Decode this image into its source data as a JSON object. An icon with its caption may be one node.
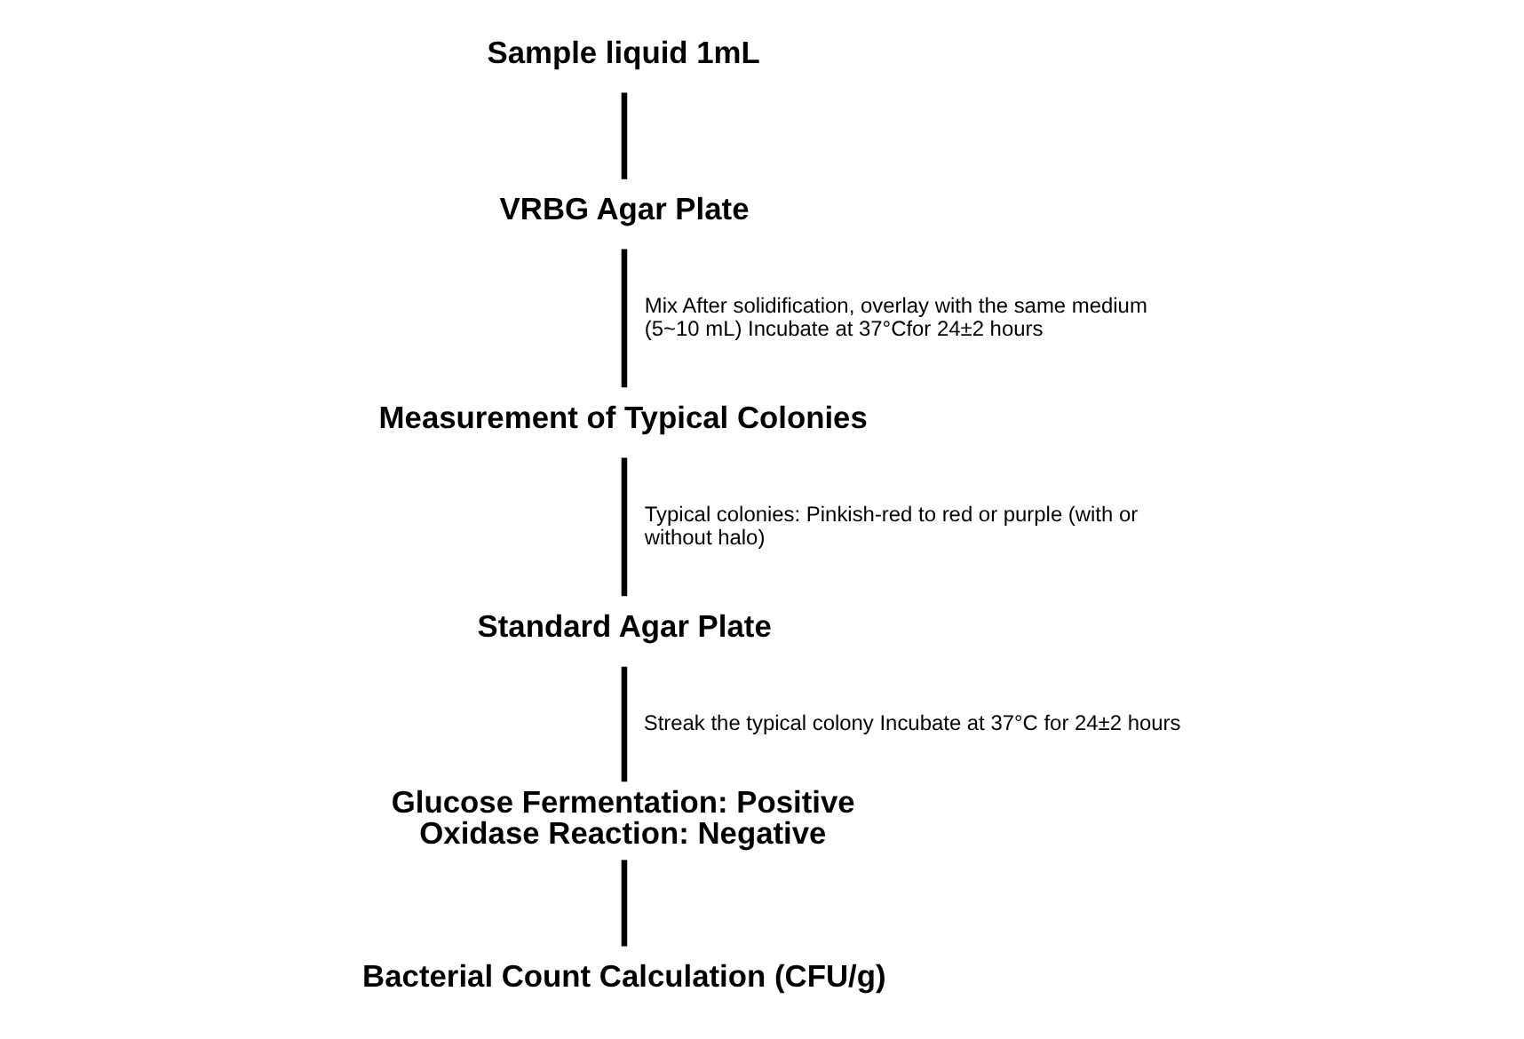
{
  "diagram": {
    "nodes": [
      {
        "text": [
          "Sample liquid 1mL"
        ]
      },
      {
        "text": [
          "VRBG Agar Plate"
        ]
      },
      {
        "text": [
          "Measurement of Typical Colonies"
        ]
      },
      {
        "text": [
          "Standard Agar Plate"
        ]
      },
      {
        "text": [
          "Glucose Fermentation: Positive",
          "Oxidase Reaction: Negative"
        ]
      },
      {
        "text": [
          "Bacterial Count Calculation (CFU/g)"
        ]
      }
    ],
    "edges": [
      {
        "from": 0,
        "to": 1,
        "arrow": "none"
      },
      {
        "from": 1,
        "to": 2,
        "arrow": "none",
        "label": "Mix After solidification, overlay with the same medium (5~10 mL) Incubate at 37°Cfor 24±2 hours"
      },
      {
        "from": 2,
        "to": 3,
        "arrow": "none",
        "label": "Typical colonies: Pinkish-red to red or purple (with or without halo)"
      },
      {
        "from": 3,
        "to": 4,
        "arrow": "none",
        "label": "Streak the typical colony Incubate at 37°C for 24±2 hours"
      },
      {
        "from": 4,
        "to": 5,
        "arrow": "none"
      }
    ]
  }
}
